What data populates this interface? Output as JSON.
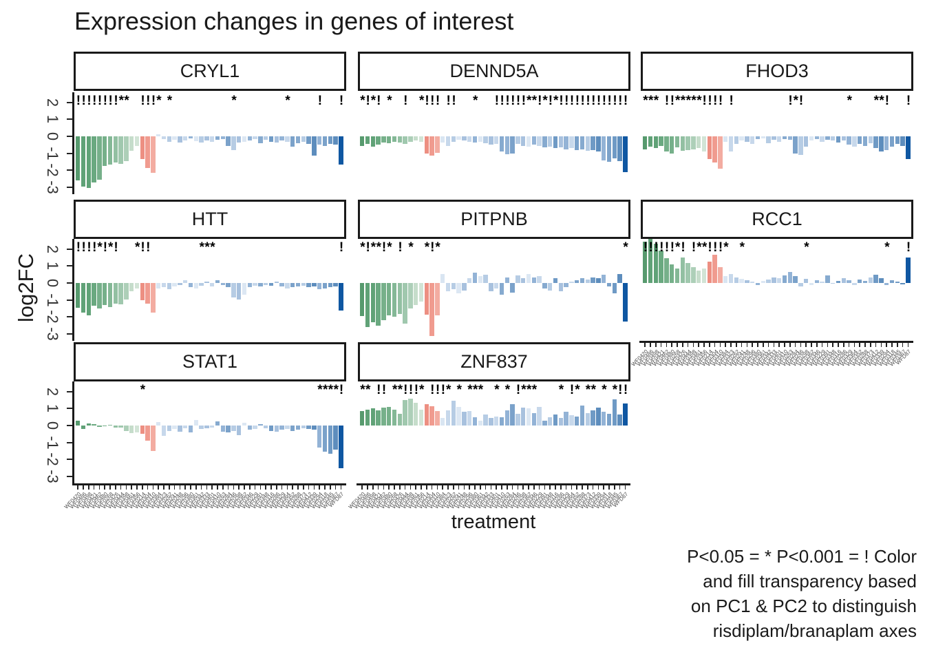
{
  "title": "Expression changes in genes of interest",
  "axis": {
    "x_title": "treatment",
    "y_title": "log2FC"
  },
  "caption_lines": [
    "P<0.05 = * P<0.001 = ! Color",
    "and fill transparency based",
    "on PC1 & PC2 to distinguish",
    "risdiplam/branaplam axes"
  ],
  "colors": {
    "background": "#ffffff",
    "green_dark": "#579a6e",
    "green_pale": "#d2e4d6",
    "salmon": "#ed8f82",
    "blue_pale": "#dce7f3",
    "blue_medium": "#7ba2ca",
    "blue_navy": "#0f57a2",
    "axis_text": "#333333",
    "strip_border": "#1a1a1a"
  },
  "chart_data": {
    "type": "bar",
    "title": "Expression changes in genes of interest",
    "xlabel": "treatment",
    "ylabel": "log2FC",
    "ylim": [
      -3.4,
      2.6
    ],
    "y_ticks": [
      2,
      1,
      0,
      -1,
      -2,
      -3
    ],
    "grid": "off",
    "sig_legend": {
      "*": "P<0.05",
      "!": "P<0.001"
    },
    "x_categories": [
      "WF0420",
      "WF0486",
      "WF0498",
      "WF0421",
      "WF0462",
      "WF0480",
      "WF0268",
      "WF0426",
      "WF0444",
      "WF0398",
      "WF0461",
      "WF0356",
      "WF0214",
      "WF0304",
      "WF0310",
      "WF0384",
      "WF0323",
      "WF0262",
      "WF0241",
      "WF0248",
      "WF0296",
      "WF0380",
      "WF0361",
      "WF0342",
      "WF0333",
      "WF0401",
      "WF0410",
      "WF0263",
      "WF0284",
      "WF0246",
      "WF0298",
      "WF0362",
      "WF0346",
      "WF0229",
      "WF0391",
      "WF0348",
      "WF0316",
      "WF0286",
      "WF0329",
      "WF0364",
      "WF0352",
      "WF0288",
      "WF0373",
      "WF0412",
      "WF0339",
      "WF0294",
      "WF0318",
      "WF0345",
      "WF0367",
      "WFD87"
    ],
    "bar_colors": [
      "#579a6e",
      "#60a277",
      "#60a277",
      "#6aa980",
      "#76b08a",
      "#76b08a",
      "#84b896",
      "#92c0a2",
      "#a0c8ae",
      "#adcfb8",
      "#c6ddcb",
      "#d2e4d6",
      "#ed8f82",
      "#f09b8f",
      "#f3aca1",
      "#d9e5f2",
      "#c7d8eb",
      "#b6cce4",
      "#dce7f3",
      "#a8c1de",
      "#c7d8eb",
      "#93b3d6",
      "#dce7f3",
      "#b6cce4",
      "#a8c1de",
      "#c7d8eb",
      "#86aacf",
      "#93b3d6",
      "#7ba2ca",
      "#b6cce4",
      "#a8c1de",
      "#dce7f3",
      "#93b3d6",
      "#c7d8eb",
      "#86aacf",
      "#b6cce4",
      "#6f9ac5",
      "#a8c1de",
      "#93b3d6",
      "#c7d8eb",
      "#7ba2ca",
      "#86aacf",
      "#b6cce4",
      "#6f9ac5",
      "#5d8dbd",
      "#93b3d6",
      "#7ba2ca",
      "#6f9ac5",
      "#5d8dbd",
      "#0f57a2"
    ],
    "facets": [
      {
        "name": "CRYL1",
        "sig": "!!!!!!!!**..!!!*.*...........*.........*.....!...!",
        "values": [
          -2.6,
          -2.95,
          -3.05,
          -2.7,
          -2.55,
          -1.75,
          -1.65,
          -1.55,
          -1.6,
          -1.45,
          -0.85,
          -0.55,
          -1.35,
          -1.85,
          -2.15,
          0.12,
          -0.15,
          -0.3,
          -0.18,
          -0.35,
          -0.22,
          -0.12,
          -0.28,
          -0.38,
          -0.25,
          -0.3,
          -0.2,
          -0.15,
          -0.55,
          -0.8,
          -0.35,
          -0.3,
          -0.25,
          -0.15,
          -0.4,
          -0.2,
          -0.3,
          -0.35,
          -0.25,
          -0.3,
          -0.6,
          -0.4,
          -0.3,
          -0.45,
          -1.15,
          -0.5,
          -0.55,
          -0.45,
          -0.5,
          -1.65
        ]
      },
      {
        "name": "DENND5A",
        "sig": "*!*!.*..!..*!!!.!!...*...!!!!!!**!*!*!!!!!!!!!!!!!",
        "values": [
          -0.55,
          -0.45,
          -0.6,
          -0.5,
          -0.35,
          -0.4,
          -0.3,
          -0.35,
          -0.45,
          -0.3,
          -0.25,
          -0.3,
          -1.0,
          -1.15,
          -0.95,
          -0.35,
          -0.55,
          -0.3,
          -0.2,
          -0.25,
          -0.3,
          -0.35,
          -0.3,
          -0.4,
          -0.5,
          -0.45,
          -0.9,
          -1.05,
          -1.0,
          -0.45,
          -0.55,
          -0.6,
          -0.5,
          -0.55,
          -0.65,
          -0.6,
          -0.7,
          -0.65,
          -0.75,
          -0.7,
          -0.8,
          -0.75,
          -0.85,
          -0.8,
          -0.9,
          -1.4,
          -1.5,
          -1.3,
          -1.45,
          -2.1
        ]
      },
      {
        "name": "FHOD3",
        "sig": "***.!!*****!!!!.!..........!*!........*....**!...!",
        "values": [
          -0.75,
          -0.6,
          -0.7,
          -0.55,
          -0.9,
          -1.0,
          -0.65,
          -0.85,
          -0.8,
          -0.75,
          -0.7,
          -0.9,
          -1.35,
          -1.55,
          -1.9,
          -0.3,
          -0.9,
          -0.45,
          -0.25,
          -0.3,
          -0.45,
          -0.15,
          -0.1,
          -0.4,
          -0.2,
          -0.3,
          -0.15,
          -0.2,
          -1.0,
          -1.1,
          -0.6,
          -0.25,
          -0.15,
          -0.3,
          -0.2,
          -0.25,
          -0.35,
          -0.25,
          -0.5,
          -0.6,
          -0.45,
          -0.55,
          -0.4,
          -0.7,
          -0.9,
          -0.8,
          -0.6,
          -0.45,
          -0.55,
          -1.35
        ]
      },
      {
        "name": "HTT",
        "sig": "!!!!*!*!...*!!.........***.......................!",
        "values": [
          -1.45,
          -1.75,
          -1.9,
          -1.35,
          -1.5,
          -1.3,
          -1.4,
          -1.2,
          -1.25,
          -0.95,
          -0.5,
          -0.3,
          -1.0,
          -1.2,
          -1.75,
          -0.3,
          -0.25,
          -0.35,
          -0.2,
          -0.1,
          0.15,
          -0.25,
          -0.3,
          -0.15,
          0.1,
          -0.2,
          0.15,
          -0.1,
          -0.25,
          -0.85,
          -0.95,
          -0.7,
          -0.25,
          -0.15,
          -0.2,
          -0.1,
          -0.15,
          0.1,
          -0.2,
          -0.3,
          -0.25,
          -0.2,
          -0.15,
          -0.25,
          -0.2,
          -0.35,
          -0.3,
          -0.25,
          -0.2,
          -1.6
        ]
      },
      {
        "name": "PITPNB",
        "sig": "*!**!*.!.*..*!*..................................*",
        "values": [
          -1.95,
          -2.6,
          -2.3,
          -2.5,
          -2.2,
          -1.9,
          -2.0,
          -1.8,
          -2.4,
          -1.5,
          -1.3,
          -1.1,
          -1.85,
          -3.1,
          -1.9,
          0.55,
          -0.5,
          -0.35,
          -0.6,
          -0.45,
          0.3,
          0.6,
          0.4,
          0.5,
          -0.5,
          -0.3,
          -0.7,
          0.35,
          -0.55,
          0.45,
          0.3,
          0.55,
          0.35,
          0.4,
          -0.3,
          -0.45,
          0.3,
          -0.5,
          -0.25,
          0.1,
          0.15,
          0.3,
          0.2,
          0.35,
          0.3,
          0.5,
          -0.2,
          -0.6,
          0.55,
          -2.25
        ]
      },
      {
        "name": "RCC1",
        "sig": "!!!!!!*!.!**!!!*..*...........*..............*...!",
        "values": [
          2.45,
          2.6,
          2.3,
          1.9,
          1.45,
          1.1,
          0.85,
          1.5,
          1.2,
          0.95,
          0.75,
          0.85,
          1.25,
          1.65,
          0.95,
          0.4,
          0.55,
          0.35,
          0.25,
          0.15,
          0.1,
          -0.1,
          0.12,
          0.2,
          0.35,
          0.3,
          0.45,
          0.65,
          0.4,
          -0.2,
          0.25,
          -0.1,
          0.15,
          0.1,
          0.45,
          -0.05,
          0.12,
          0.3,
          0.18,
          -0.1,
          0.22,
          0.12,
          0.32,
          0.48,
          0.28,
          -0.12,
          0.15,
          0.1,
          -0.08,
          1.5
        ]
      },
      {
        "name": "STAT1",
        "sig": "............*................................****!",
        "values": [
          0.3,
          -0.2,
          0.12,
          0.08,
          -0.08,
          -0.05,
          0.05,
          -0.12,
          -0.1,
          -0.3,
          -0.45,
          -0.4,
          -0.5,
          -0.9,
          -1.5,
          0.2,
          -0.6,
          -0.3,
          -0.2,
          -0.35,
          -0.15,
          -0.4,
          0.35,
          -0.2,
          -0.15,
          -0.1,
          0.25,
          -0.35,
          -0.4,
          -0.3,
          -0.55,
          0.15,
          -0.25,
          -0.2,
          0.1,
          -0.15,
          -0.3,
          -0.35,
          -0.25,
          -0.2,
          -0.3,
          -0.25,
          -0.15,
          -0.2,
          -0.25,
          -1.3,
          -1.55,
          -1.65,
          -1.4,
          -2.5
        ]
      },
      {
        "name": "ZNF837",
        "sig": "**.!!.**!!!*.!!!*.*.***..*.*.!***....*.!*.**.*.*!!",
        "values": [
          0.85,
          0.95,
          1.0,
          0.9,
          1.05,
          1.1,
          0.95,
          0.7,
          1.5,
          1.6,
          1.35,
          0.95,
          1.25,
          1.15,
          0.85,
          0.45,
          0.9,
          1.45,
          1.1,
          0.8,
          0.85,
          0.5,
          0.3,
          0.65,
          0.45,
          0.55,
          0.5,
          0.9,
          1.25,
          0.7,
          1.05,
          1.0,
          0.75,
          1.1,
          0.3,
          0.5,
          0.65,
          0.45,
          0.8,
          0.6,
          0.55,
          1.2,
          0.75,
          0.9,
          1.05,
          0.8,
          0.7,
          1.55,
          0.65,
          1.3
        ]
      }
    ]
  }
}
